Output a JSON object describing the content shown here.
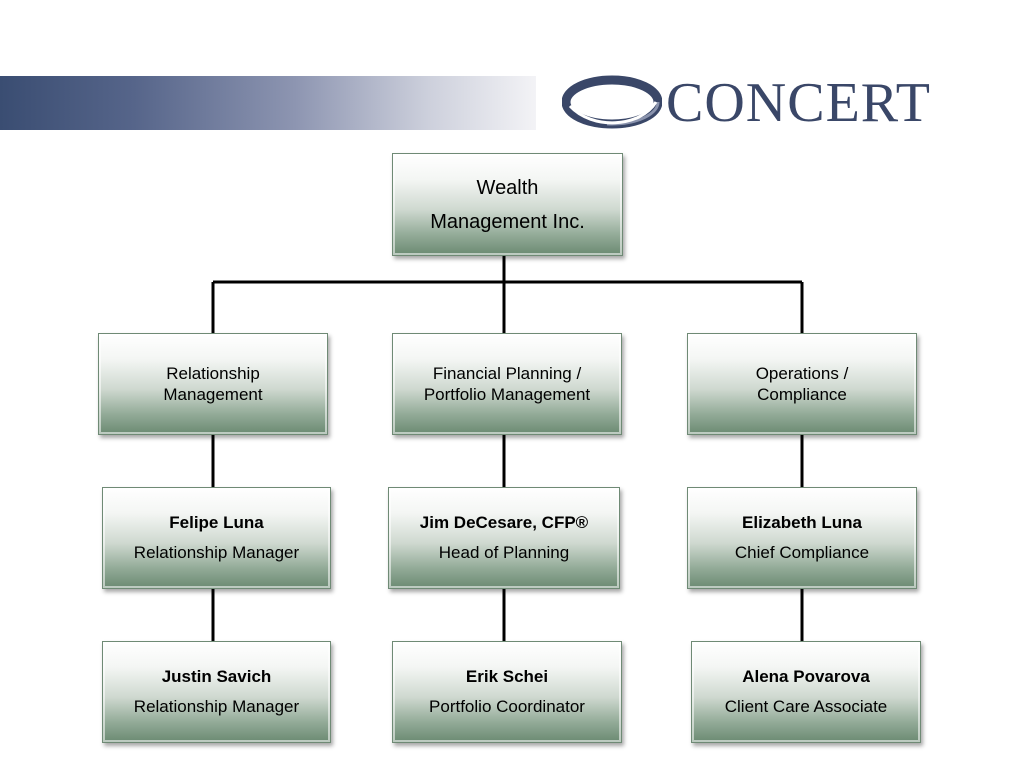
{
  "header": {
    "logo": {
      "text": "CONCERT",
      "color": "#3a4768",
      "icon": "ring-swoosh-icon"
    },
    "bar_gradient": [
      "#3a4d72",
      "#f3f3f6"
    ]
  },
  "org_chart": {
    "root": {
      "line1": "Wealth",
      "line2": "Management Inc."
    },
    "departments": [
      {
        "line1": "Relationship",
        "line2": "Management",
        "people": [
          {
            "name": "Felipe Luna",
            "title": "Relationship Manager"
          },
          {
            "name": "Justin Savich",
            "title": "Relationship Manager"
          }
        ]
      },
      {
        "line1": "Financial Planning /",
        "line2": "Portfolio Management",
        "people": [
          {
            "name": "Jim DeCesare, CFP®",
            "title": "Head of Planning"
          },
          {
            "name": "Erik Schei",
            "title": "Portfolio Coordinator"
          }
        ]
      },
      {
        "line1": "Operations /",
        "line2": "Compliance",
        "people": [
          {
            "name": "Elizabeth Luna",
            "title": "Chief Compliance"
          },
          {
            "name": "Alena Povarova",
            "title": "Client Care Associate"
          }
        ]
      }
    ],
    "colors": {
      "node_top": "#ffffff",
      "node_bottom": "#6b8a72",
      "connector": "#000000"
    }
  }
}
